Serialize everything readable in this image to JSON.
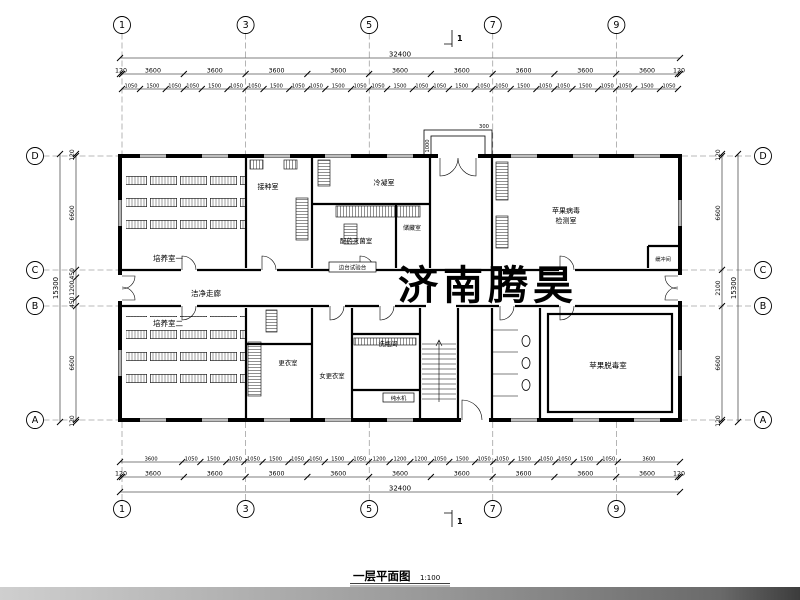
{
  "watermark": {
    "text": "济南腾昊",
    "color": "#e60012"
  },
  "caption": {
    "text": "一层平面图",
    "scale": "1:100"
  },
  "axes": {
    "top": [
      "1",
      "3",
      "5",
      "7",
      "9"
    ],
    "bottom": [
      "1",
      "3",
      "5",
      "7",
      "9"
    ],
    "left": [
      "D",
      "C",
      "B",
      "A"
    ],
    "right": [
      "D",
      "C",
      "B",
      "A"
    ],
    "section_top": "1",
    "section_bottom": "1"
  },
  "dims": {
    "top": {
      "overall": [
        "32400"
      ],
      "bays": [
        "120",
        "3600",
        "3600",
        "3600",
        "3600",
        "3600",
        "3600",
        "3600",
        "3600",
        "3600",
        "120"
      ],
      "sub": [
        "1050",
        "1500",
        "1050",
        "1050",
        "1500",
        "1050",
        "1050",
        "1500",
        "1050",
        "1050",
        "1500",
        "1050",
        "1050",
        "1500",
        "1050",
        "1050",
        "1500",
        "1050",
        "1050",
        "1500",
        "1050",
        "1050",
        "1500",
        "1050",
        "1050",
        "1500",
        "1050"
      ]
    },
    "bottom": {
      "overall": [
        "32400"
      ],
      "bays": [
        "120",
        "3600",
        "3600",
        "3600",
        "3600",
        "3600",
        "3600",
        "3600",
        "3600",
        "3600",
        "120"
      ],
      "sub": [
        "3600",
        "1050",
        "1500",
        "1050",
        "1050",
        "1500",
        "1050",
        "1050",
        "1500",
        "1050",
        "1200",
        "1200",
        "1200",
        "1050",
        "1500",
        "1050",
        "1050",
        "1500",
        "1050",
        "1050",
        "1500",
        "1050",
        "3600"
      ]
    },
    "left": {
      "overall": [
        "15300"
      ],
      "bands": [
        "120",
        "6600",
        "450",
        "1200",
        "450",
        "6600",
        "120"
      ]
    },
    "right": {
      "overall": [
        "15300"
      ],
      "bands": [
        "120",
        "6600",
        "2100",
        "6600",
        "120"
      ]
    },
    "porch": {
      "depth": "1000",
      "step": "300"
    }
  },
  "rooms": {
    "py1": "培养室一",
    "py2": "培养室二",
    "jz": "接种室",
    "ln": "冷凝室",
    "pymj": "配药灭菌室",
    "cc": "储藏室",
    "jc1": "苹果病毒",
    "jc2": "检测室",
    "corridor": "洁净走廊",
    "gy": "更衣室",
    "ngy": "女更衣室",
    "xp": "洗瓶间",
    "td": "苹果脱毒室",
    "hc": "缓冲间"
  },
  "equipment": {
    "biantai": "边台试验台",
    "chunshui": "纯水机"
  }
}
